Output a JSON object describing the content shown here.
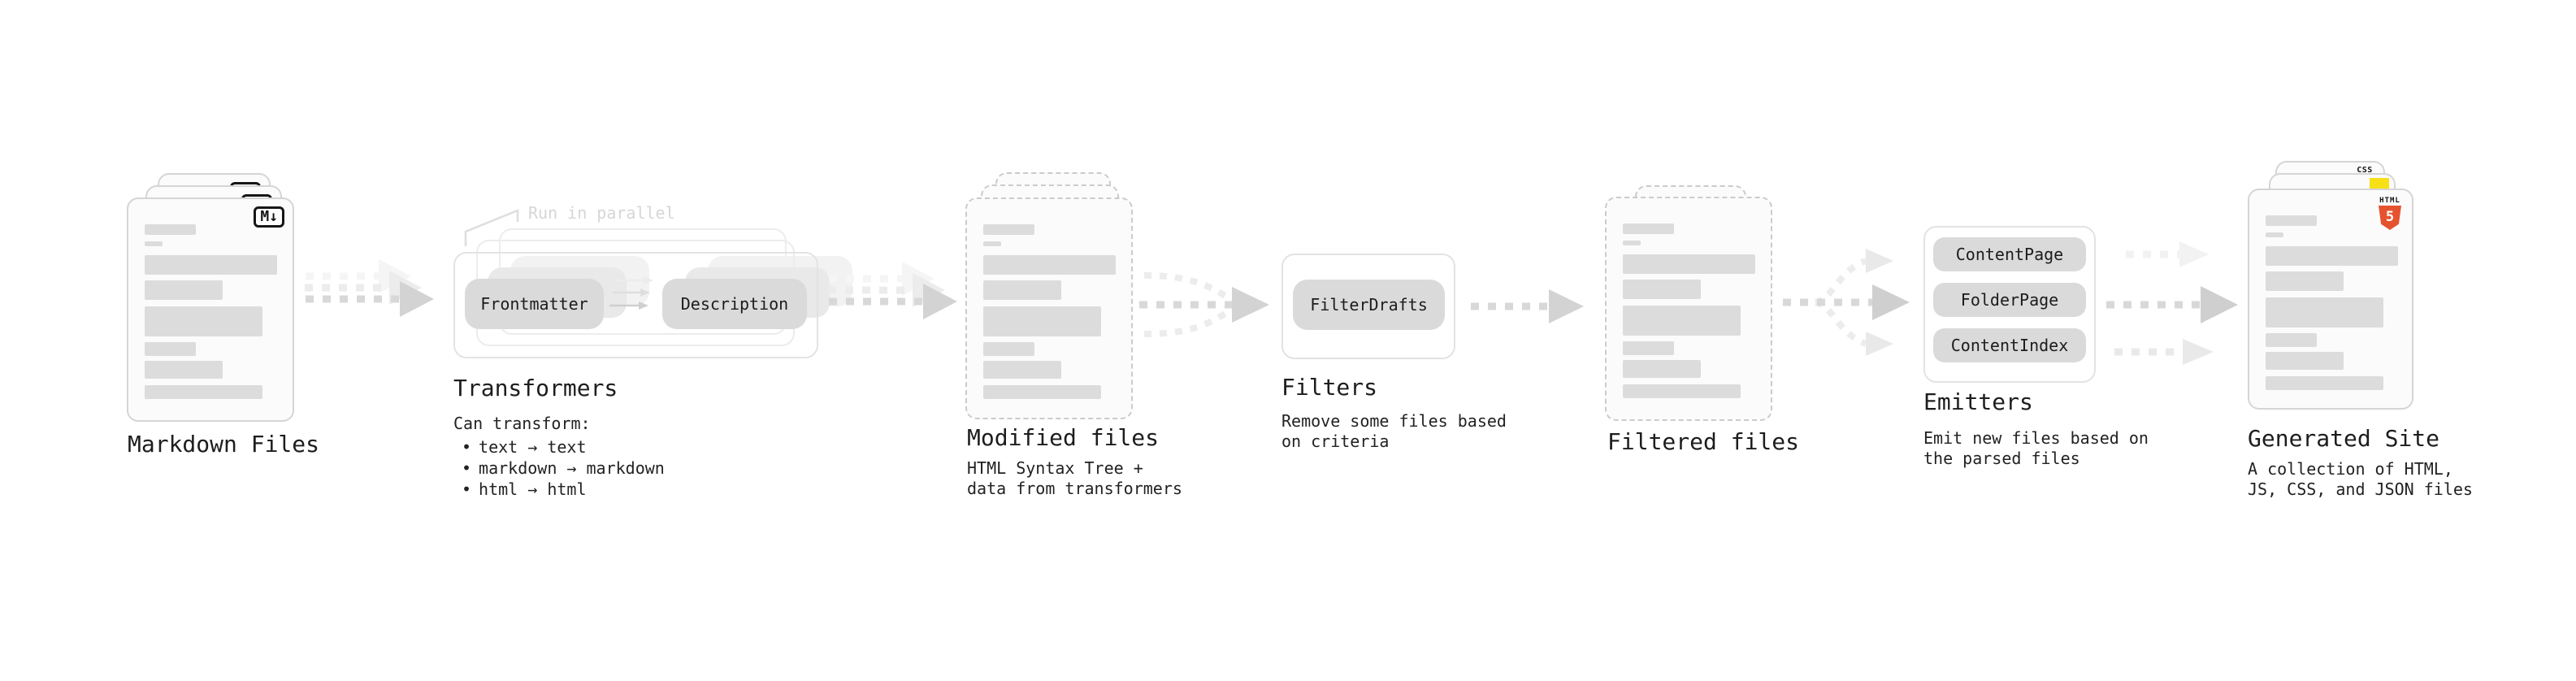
{
  "sections": {
    "markdown_files": {
      "title": "Markdown Files",
      "badge": "M↓"
    },
    "transformers": {
      "title": "Transformers",
      "annotation": "Run in parallel",
      "pill_from": "Frontmatter",
      "pill_to": "Description",
      "subtext_intro": "Can transform:",
      "bullet_char": "•",
      "bullets": [
        "text → text",
        "markdown → markdown",
        "html → html"
      ]
    },
    "modified_files": {
      "title": "Modified files",
      "subtext": "HTML Syntax Tree +\ndata from transformers"
    },
    "filters": {
      "title": "Filters",
      "pill": "FilterDrafts",
      "subtext": "Remove some files based\non criteria"
    },
    "filtered_files": {
      "title": "Filtered files"
    },
    "emitters": {
      "title": "Emitters",
      "pills": [
        "ContentPage",
        "FolderPage",
        "ContentIndex"
      ],
      "subtext": "Emit new files based on\nthe parsed files"
    },
    "generated_site": {
      "title": "Generated Site",
      "subtext": "A collection of HTML,\nJS, CSS, and JSON files",
      "html_badge_label": "HTML",
      "html_badge_number": "5",
      "css_badge_label": "CSS"
    }
  },
  "colors": {
    "background": "#ffffff",
    "card_border": "#d5d5d5",
    "dashed_border": "#cbcbcb",
    "placeholder_bar": "#dcdcdc",
    "pill": "#dadada",
    "arrow": "#d8d8d8",
    "text": "#1d1d1d",
    "muted_annotation": "#d6d6d6",
    "html5_orange": "#e5532e",
    "js_yellow": "#f7e017",
    "css_blue": "#2563eb"
  }
}
